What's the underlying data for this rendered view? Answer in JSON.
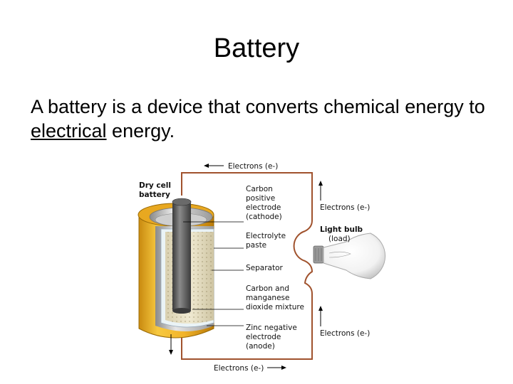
{
  "slide": {
    "title": "Battery",
    "body_before": "A battery is a device that converts chemical energy to ",
    "body_underlined": "electrical",
    "body_after": " energy."
  },
  "diagram": {
    "dry_cell_label": [
      "Dry cell",
      "battery"
    ],
    "top_electrons": "Electrons (e-)",
    "bottom_electrons": "Electrons (e-)",
    "right_electrons_top": "Electrons (e-)",
    "right_electrons_bottom": "Electrons (e-)",
    "carbon_positive": [
      "Carbon",
      "positive",
      "electrode",
      "(cathode)"
    ],
    "electrolyte": [
      "Electrolyte",
      "paste"
    ],
    "separator": "Separator",
    "carbon_manganese": [
      "Carbon and",
      "manganese",
      "dioxide mixture"
    ],
    "zinc_negative": [
      "Zinc negative",
      "electrode",
      "(anode)"
    ],
    "light_bulb": "Light bulb",
    "load": "(load)",
    "colors": {
      "wire": "#a0522d",
      "casing": "#f0b428",
      "rod": "#555555"
    }
  }
}
